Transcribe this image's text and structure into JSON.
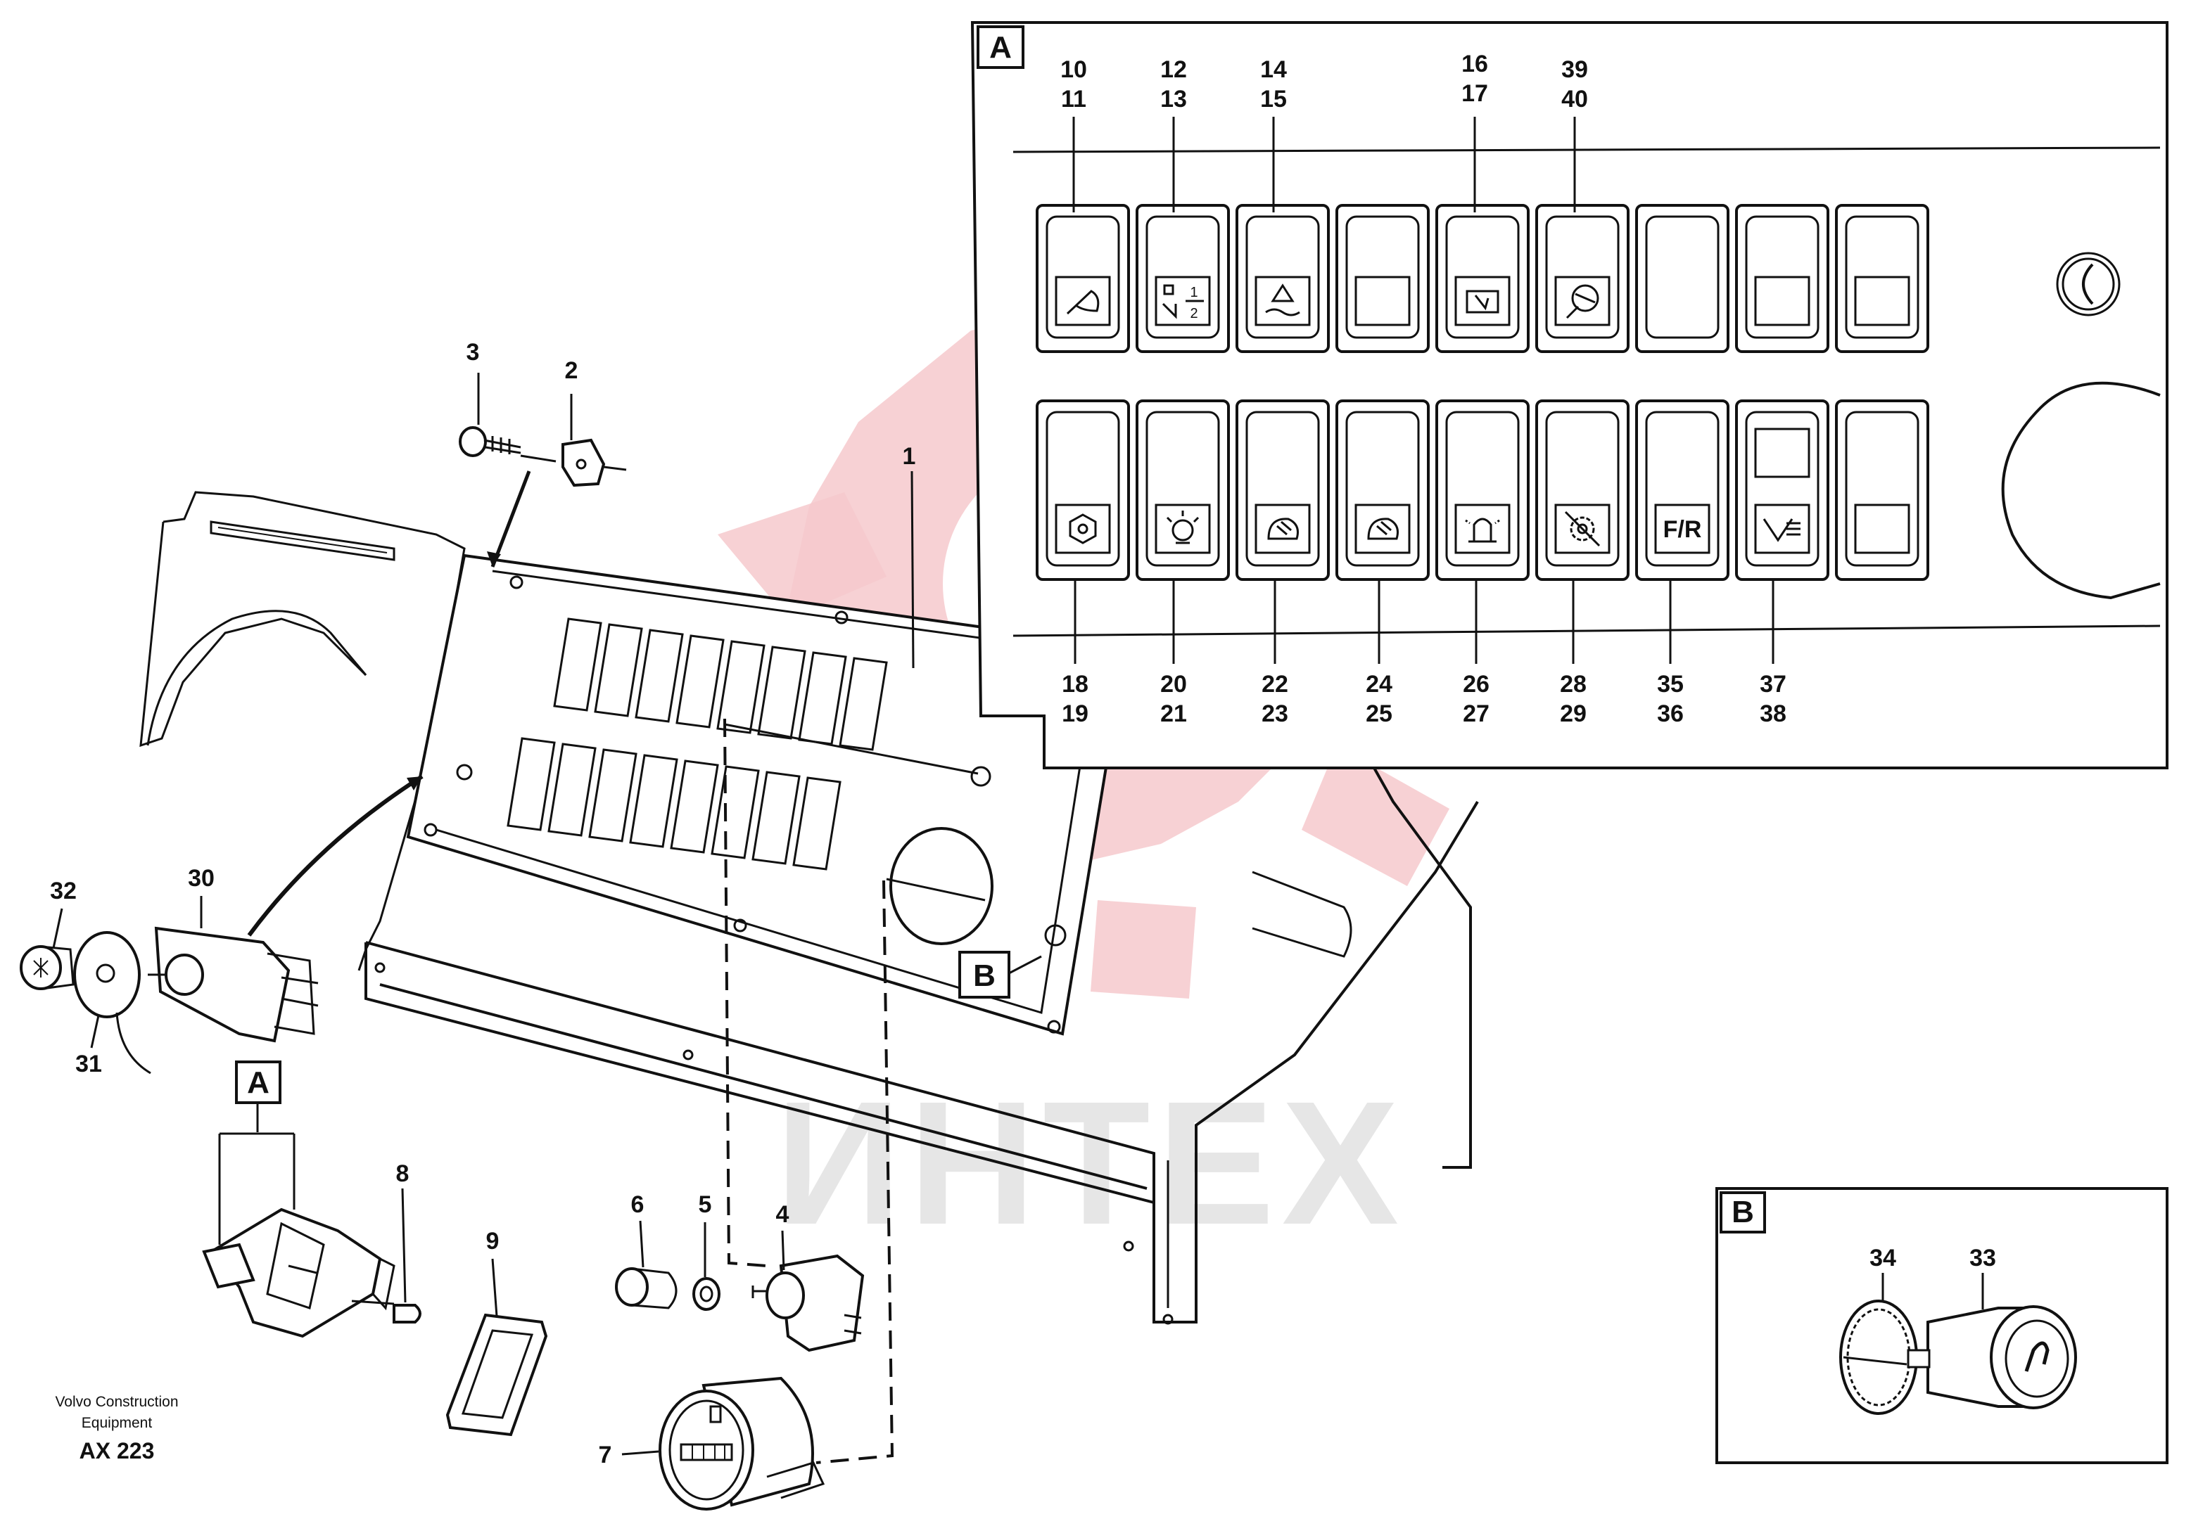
{
  "watermark": {
    "text": "ИНТЕХ",
    "color": "#f6c9cc"
  },
  "footer": {
    "company_line1": "Volvo Construction",
    "company_line2": "Equipment",
    "code": "AX 223"
  },
  "inset_a": {
    "label": "A",
    "top_labels": [
      {
        "a": "10",
        "b": "11"
      },
      {
        "a": "12",
        "b": "13"
      },
      {
        "a": "14",
        "b": "15"
      },
      {
        "a": "16",
        "b": "17"
      },
      {
        "a": "39",
        "b": "40"
      }
    ],
    "bottom_labels": [
      {
        "a": "18",
        "b": "19"
      },
      {
        "a": "20",
        "b": "21"
      },
      {
        "a": "22",
        "b": "23"
      },
      {
        "a": "24",
        "b": "25"
      },
      {
        "a": "26",
        "b": "27"
      },
      {
        "a": "28",
        "b": "29"
      },
      {
        "a": "35",
        "b": "36"
      },
      {
        "a": "37",
        "b": "38"
      }
    ],
    "switch_fr_text": "F/R",
    "half_top": "1",
    "half_bottom": "2"
  },
  "inset_b": {
    "label": "B",
    "parts": [
      "34",
      "33"
    ]
  },
  "callouts": {
    "p1": "1",
    "p2": "2",
    "p3": "3",
    "p4": "4",
    "p5": "5",
    "p6": "6",
    "p7": "7",
    "p8": "8",
    "p9": "9",
    "p30": "30",
    "p31": "31",
    "p32": "32"
  },
  "detail_labels": {
    "a": "A",
    "b": "B"
  }
}
